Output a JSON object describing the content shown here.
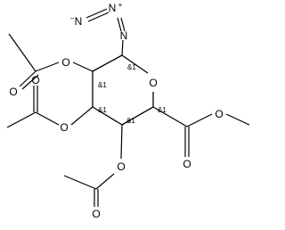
{
  "structure": {
    "atoms": {
      "n_azide_terminal": "N",
      "n_azide_middle": "N",
      "n_azide_attached": "N",
      "o_ring": "O",
      "o_acetoxy_c2": "O",
      "o_carbonyl_c2": "O",
      "o_acetoxy_c3": "O",
      "o_carbonyl_c3": "O",
      "o_acetoxy_c4": "O",
      "o_carbonyl_c4": "O",
      "o_ester_carbonyl": "O",
      "o_ester_methoxy": "O"
    },
    "charges": {
      "n_azide_terminal": "−",
      "n_azide_middle": "+"
    },
    "stereo_labels": {
      "c1": "&1",
      "c2": "&1",
      "c3": "&1",
      "c4": "&1",
      "c5": "&1"
    }
  }
}
